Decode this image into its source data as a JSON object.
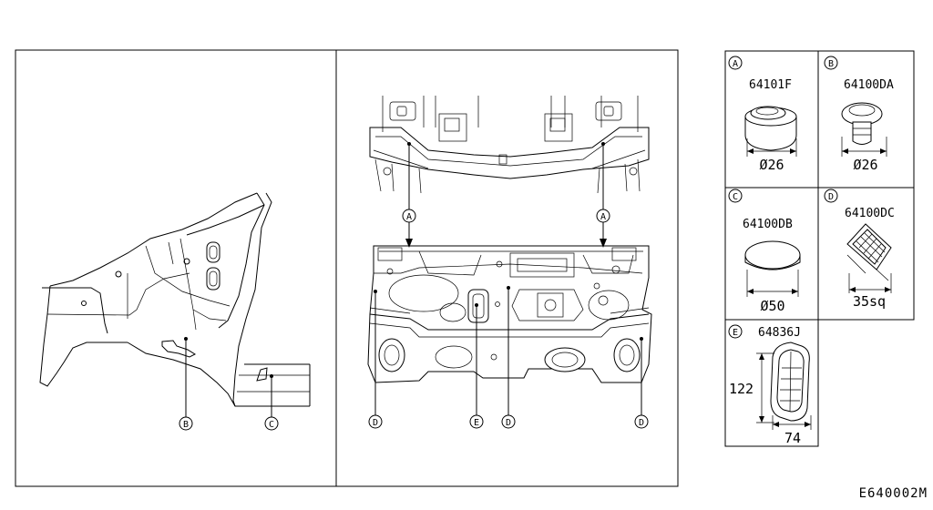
{
  "callout_letters": {
    "a": "A",
    "b": "B",
    "c": "C",
    "d": "D",
    "e": "E"
  },
  "parts": [
    {
      "letter": "A",
      "number": "64101F",
      "dimension": "Ø26"
    },
    {
      "letter": "B",
      "number": "64100DA",
      "dimension": "Ø26"
    },
    {
      "letter": "C",
      "number": "64100DB",
      "dimension": "Ø50"
    },
    {
      "letter": "D",
      "number": "64100DC",
      "dimension": "35sq"
    },
    {
      "letter": "E",
      "number": "64836J",
      "height": "122",
      "width": "74"
    }
  ],
  "reference_code": "E640002M"
}
